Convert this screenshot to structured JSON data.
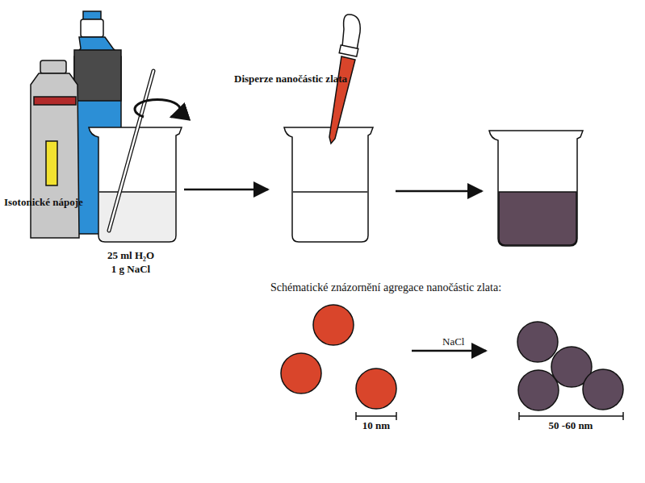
{
  "diagram": {
    "labels": [
      "Isotonické nápoje",
      "25 ml H₂O",
      "1 g NaCl",
      "Disperze nanočástic zlata",
      "Schématické znázornění agregace nanočástic zlata:",
      "NaCl",
      "10 nm",
      "50 -60 nm"
    ]
  }
}
